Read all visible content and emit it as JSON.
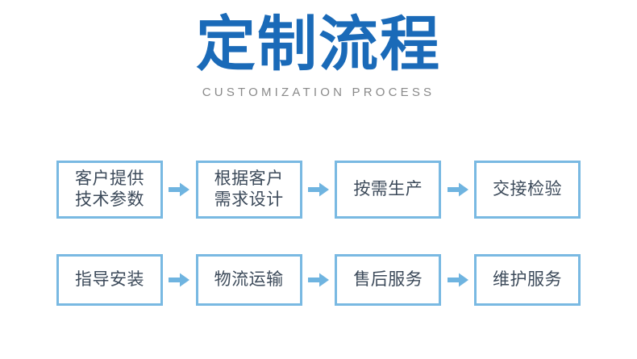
{
  "header": {
    "title": "定制流程",
    "subtitle": "CUSTOMIZATION PROCESS",
    "title_color": "#1a6ab8",
    "subtitle_color": "#8a8a8a"
  },
  "theme": {
    "background": "#ffffff",
    "box_border": "#79b9e2",
    "box_fill": "#ffffff",
    "box_text": "#3c4a5a",
    "arrow_color": "#6fb4e0"
  },
  "flow": {
    "arrow_icon": "arrow-right-icon",
    "rows": [
      {
        "steps": [
          {
            "lines": [
              "客户提供",
              "技术参数"
            ]
          },
          {
            "lines": [
              "根据客户",
              "需求设计"
            ]
          },
          {
            "lines": [
              "按需生产"
            ]
          },
          {
            "lines": [
              "交接检验"
            ]
          }
        ]
      },
      {
        "steps": [
          {
            "lines": [
              "指导安装"
            ]
          },
          {
            "lines": [
              "物流运输"
            ]
          },
          {
            "lines": [
              "售后服务"
            ]
          },
          {
            "lines": [
              "维护服务"
            ]
          }
        ]
      }
    ]
  }
}
